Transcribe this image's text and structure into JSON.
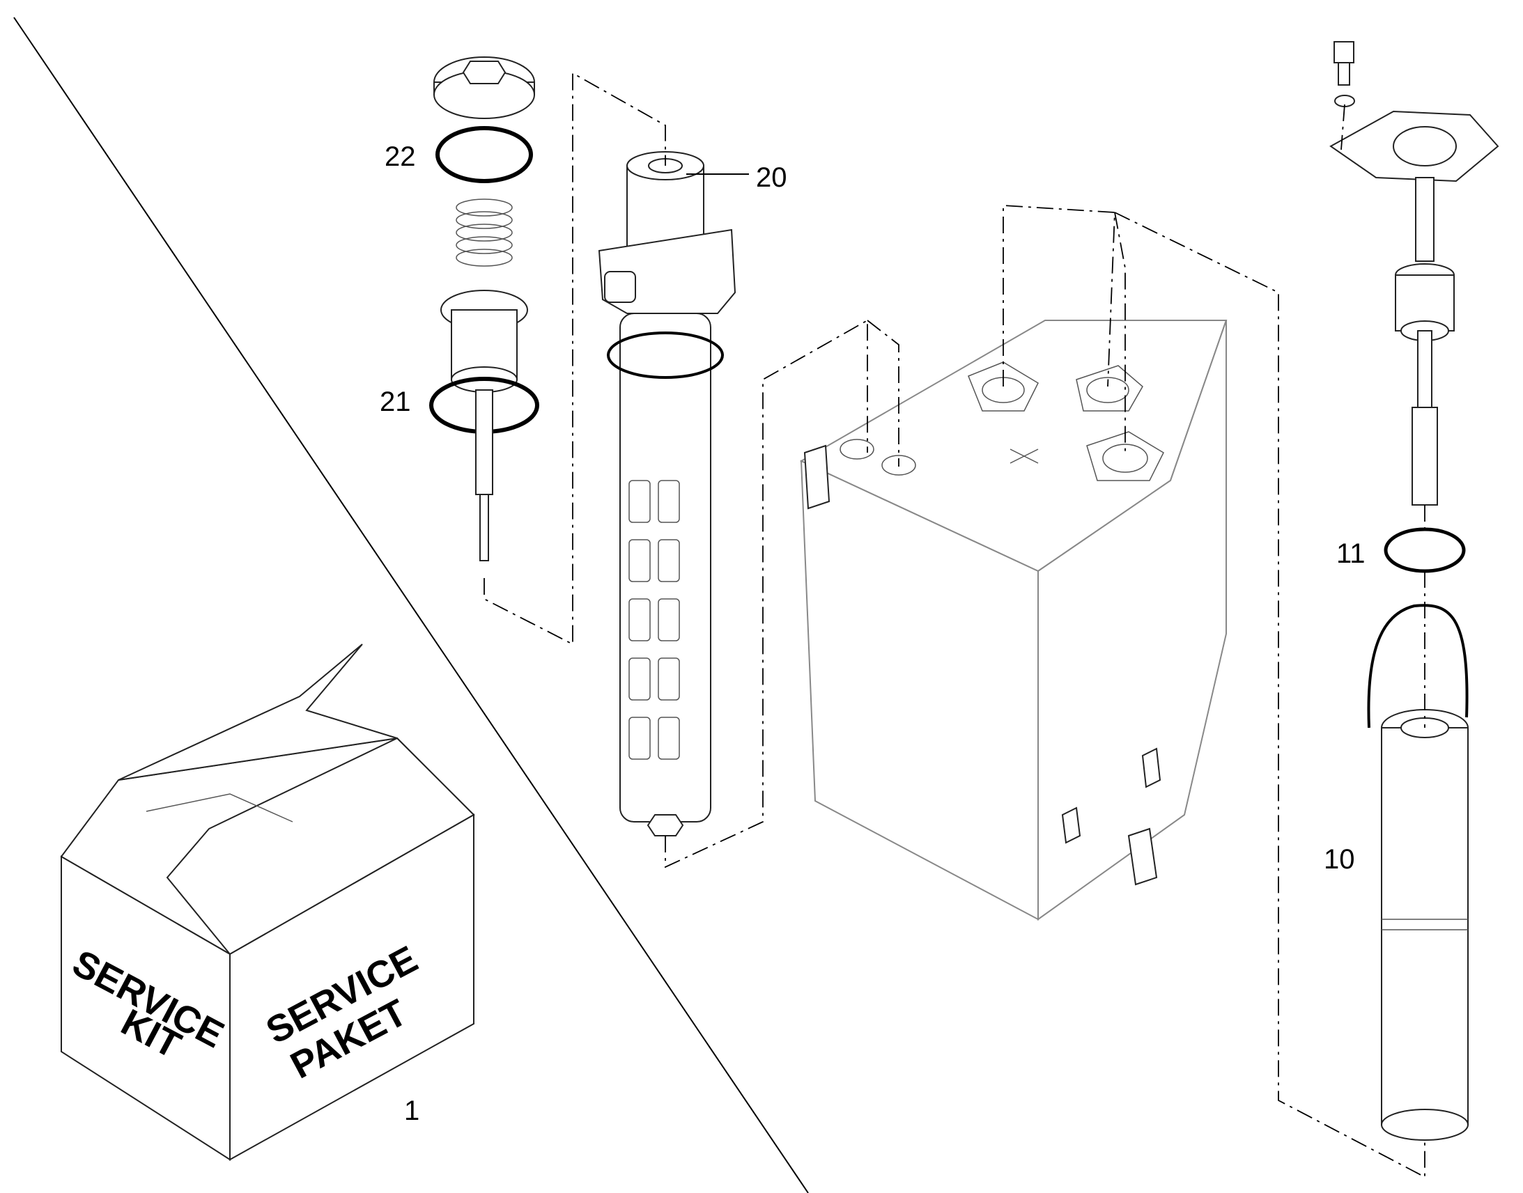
{
  "callouts": {
    "c1": "1",
    "c10": "10",
    "c11": "11",
    "c20": "20",
    "c21": "21",
    "c22": "22"
  },
  "box": {
    "left_line1": "SERVICE",
    "left_line2": "KIT",
    "right_line1": "SERVICE",
    "right_line2": "PAKET"
  },
  "colors": {
    "line": "#000000",
    "part_outline": "#222222",
    "background": "#ffffff"
  }
}
